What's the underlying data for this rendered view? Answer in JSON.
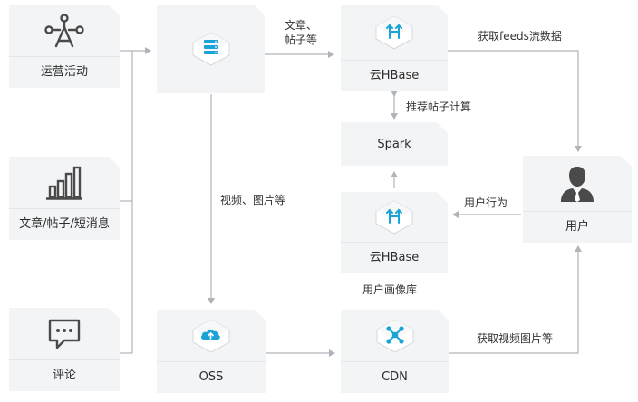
{
  "nodes": {
    "ops": {
      "label": "运营活动",
      "icon": "tree-network-icon"
    },
    "articles": {
      "label": "文章/帖子/短消息",
      "icon": "bar-chart-icon"
    },
    "comments": {
      "label": "评论",
      "icon": "chat-bubble-icon"
    },
    "server": {
      "label": "",
      "icon": "server-stack-icon"
    },
    "hbase_top": {
      "label": "云HBase",
      "icon": "hbase-icon"
    },
    "spark": {
      "label": "Spark"
    },
    "hbase_profile": {
      "label": "云HBase",
      "icon": "hbase-icon"
    },
    "user": {
      "label": "用户",
      "icon": "user-icon"
    },
    "oss": {
      "label": "OSS",
      "icon": "cloud-upload-icon"
    },
    "cdn": {
      "label": "CDN",
      "icon": "cdn-network-icon"
    }
  },
  "edges": {
    "server_to_hbase": [
      "文章、",
      "帖子等"
    ],
    "hbase_to_user": "获取feeds流数据",
    "hbase_to_spark": "推荐帖子计算",
    "user_to_profile": "用户行为",
    "server_to_oss": "视频、图片等",
    "profile_caption": "用户画像库",
    "cdn_to_user": "获取视频图片等"
  },
  "colors": {
    "accent": "#1aa3d6",
    "line": "#b0b4b9",
    "card": "#f3f4f6",
    "icon_dark": "#4a4a4a"
  }
}
